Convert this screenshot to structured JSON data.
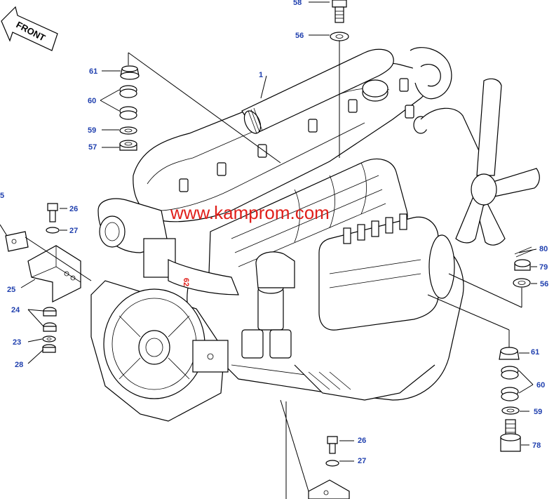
{
  "front_arrow": {
    "label": "FRONT"
  },
  "watermark": "www.kamprom.com",
  "callouts": {
    "c58": "58",
    "c56a": "56",
    "c1": "1",
    "c61a": "61",
    "c60a": "60",
    "c59a": "59",
    "c57": "57",
    "c5": "5",
    "c26a": "26",
    "c27a": "27",
    "c25": "25",
    "c24": "24",
    "c23": "23",
    "c28": "28",
    "c62": "62",
    "c80": "80",
    "c79": "79",
    "c56b": "56",
    "c61b": "61",
    "c60b": "60",
    "c59b": "59",
    "c78": "78",
    "c26b": "26",
    "c27b": "27"
  }
}
